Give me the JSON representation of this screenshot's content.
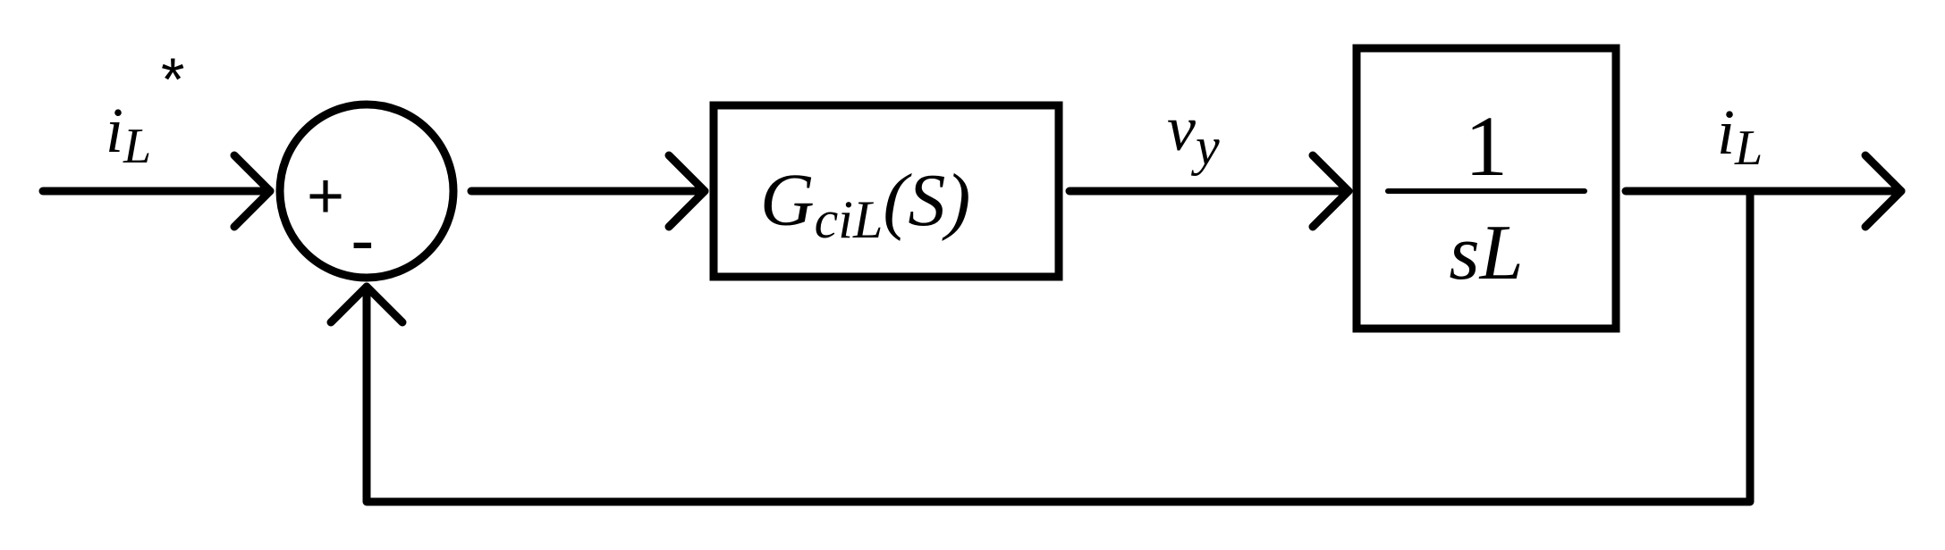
{
  "input_signal": {
    "base": "i",
    "sub": "L",
    "sup": "*"
  },
  "summing_junction": {
    "plus_sign": "+",
    "minus_sign": "-"
  },
  "controller_block": {
    "base": "G",
    "sub": "ciL",
    "arg": "(S)"
  },
  "intermediate_signal": {
    "base": "v",
    "sub": "y"
  },
  "plant_block": {
    "numerator": "1",
    "denominator": "sL"
  },
  "output_signal": {
    "base": "i",
    "sub": "L"
  }
}
